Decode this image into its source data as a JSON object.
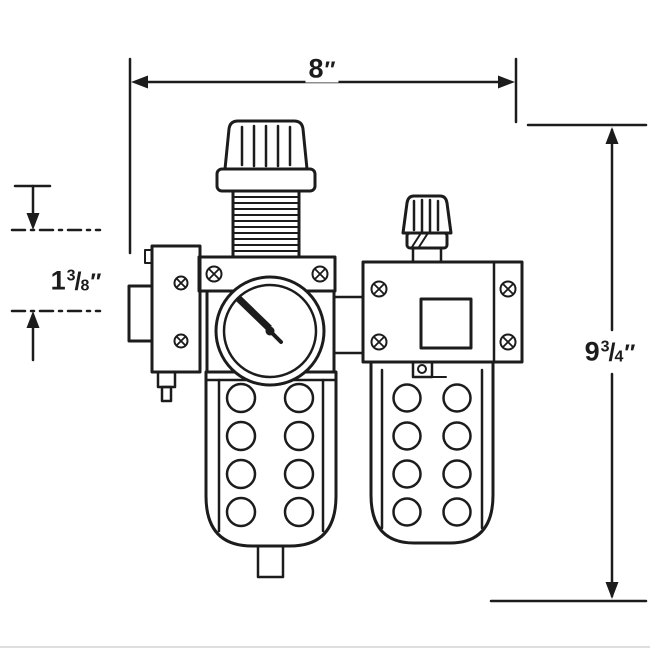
{
  "diagram": {
    "subject": "filter-regulator-lubricator-dimension-drawing",
    "colors": {
      "line": "#1c1c1c",
      "background": "#ffffff"
    },
    "dimensions": {
      "width": {
        "value": "8",
        "unit": "″"
      },
      "height": {
        "whole": "9",
        "numerator": "3",
        "separator": "/",
        "denominator": "4",
        "unit": "″"
      },
      "offset": {
        "whole": "1",
        "numerator": "3",
        "separator": "/",
        "denominator": "8",
        "unit": "″"
      }
    }
  }
}
